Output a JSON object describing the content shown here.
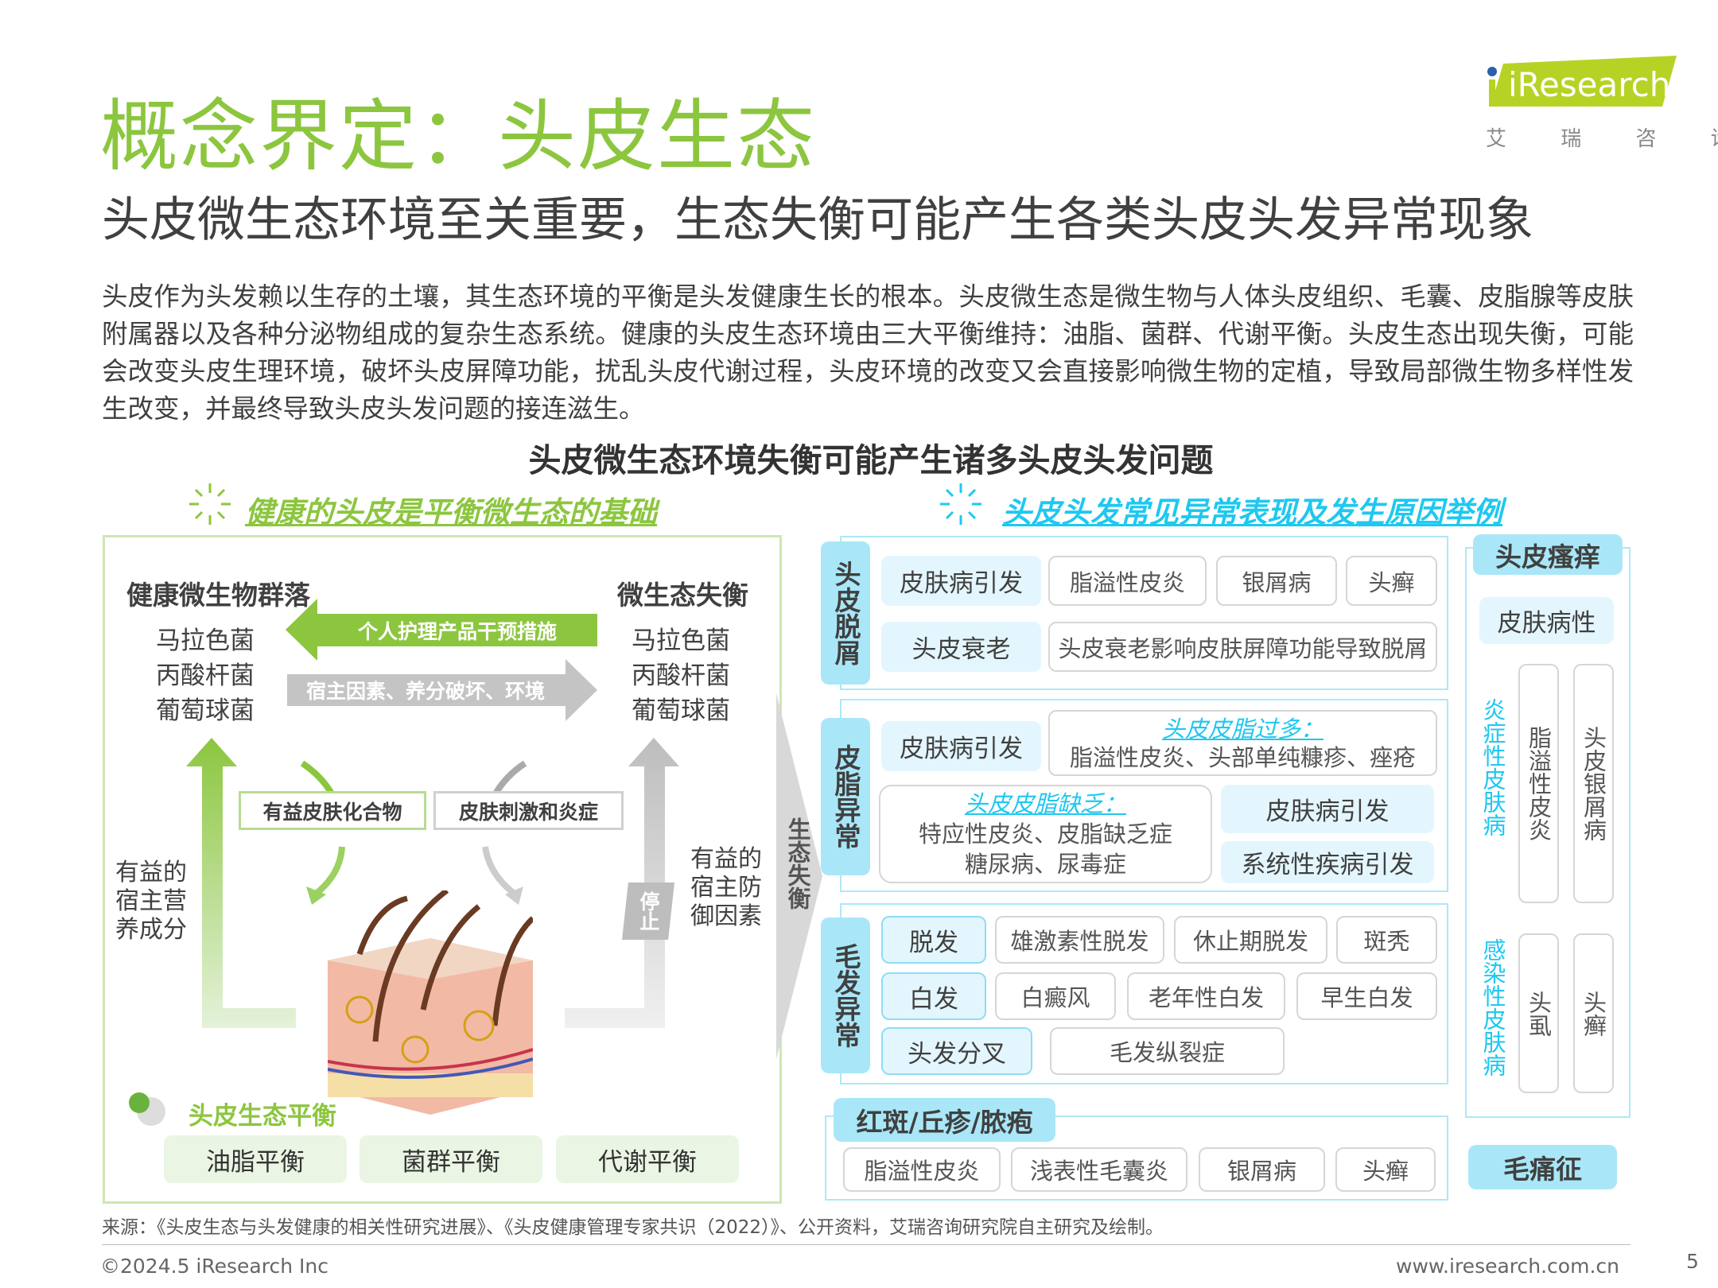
{
  "header": {
    "title": "概念界定：头皮生态",
    "subtitle": "头皮微生态环境至关重要，生态失衡可能产生各类头皮头发异常现象",
    "logo_text": "iResearch",
    "logo_cn": "艾 瑞 咨 询"
  },
  "intro": "头皮作为头发赖以生存的土壤，其生态环境的平衡是头发健康生长的根本。头皮微生态是微生物与人体头皮组织、毛囊、皮脂腺等皮肤附属器以及各种分泌物组成的复杂生态系统。健康的头皮生态环境由三大平衡维持：油脂、菌群、代谢平衡。头皮生态出现失衡，可能会改变头皮生理环境，破坏头皮屏障功能，扰乱头皮代谢过程，头皮环境的改变又会直接影响微生物的定植，导致局部微生物多样性发生改变，并最终导致头皮头发问题的接连滋生。",
  "figure_title": "头皮微生态环境失衡可能产生诸多头皮头发问题",
  "left": {
    "subheading": "健康的头皮是平衡微生态的基础",
    "healthy_title": "健康微生物群落",
    "imbalance_title": "微生态失衡",
    "microbes": [
      "马拉色菌",
      "丙酸杆菌",
      "葡萄球菌"
    ],
    "green_arrow": "个人护理产品干预措施",
    "gray_arrow": "宿主因素、养分破坏、环境",
    "box_beneficial": "有益皮肤化合物",
    "box_irritation": "皮肤刺激和炎症",
    "left_note": "有益的宿主营养成分",
    "right_note": "有益的宿主防御因素",
    "stop": "停止",
    "imbalance_vertical": "生态失衡",
    "balance_title": "头皮生态平衡",
    "balances": [
      "油脂平衡",
      "菌群平衡",
      "代谢平衡"
    ]
  },
  "right": {
    "subheading": "头皮头发常见异常表现及发生原因举例",
    "dandruff": {
      "label": "头皮脱屑",
      "row1": [
        "皮肤病引发",
        "脂溢性皮炎",
        "银屑病",
        "头癣"
      ],
      "row2": [
        "头皮衰老",
        "头皮衰老影响皮肤屏障功能导致脱屑"
      ]
    },
    "sebum": {
      "label": "皮脂异常",
      "cause1": "皮肤病引发",
      "excess_title": "头皮皮脂过多：",
      "excess_text": "脂溢性皮炎、头部单纯糠疹、痤疮",
      "lack_title": "头皮皮脂缺乏：",
      "lack_text1": "特应性皮炎、皮脂缺乏症",
      "lack_text2": "糖尿病、尿毒症",
      "cause2": "皮肤病引发",
      "cause3": "系统性疾病引发"
    },
    "hair": {
      "label": "毛发异常",
      "row1": [
        "脱发",
        "雄激素性脱发",
        "休止期脱发",
        "斑秃"
      ],
      "row2": [
        "白发",
        "白癜风",
        "老年性白发",
        "早生白发"
      ],
      "row3": [
        "头发分叉",
        "毛发纵裂症"
      ]
    },
    "rash": {
      "label": "红斑/丘疹/脓疱",
      "items": [
        "脂溢性皮炎",
        "浅表性毛囊炎",
        "银屑病",
        "头癣"
      ]
    },
    "itch": {
      "label": "头皮瘙痒",
      "sub": "皮肤病性",
      "inflam": "炎症性皮肤病",
      "inflam_items": [
        "脂溢性皮炎",
        "头皮银屑病"
      ],
      "infect": "感染性皮肤病",
      "infect_items": [
        "头虱",
        "头癣"
      ]
    },
    "trichodynia": "毛痛征"
  },
  "footer": {
    "source": "来源：《头皮生态与头发健康的相关性研究进展》、《头皮健康管理专家共识（2022）》、公开资料，艾瑞咨询研究院自主研究及绘制。",
    "copyright": "©2024.5 iResearch Inc",
    "website": "www.iresearch.com.cn",
    "page": "5"
  },
  "colors": {
    "green": "#8cc63f",
    "blue": "#1ec8f0",
    "tab": "#a9e7f8"
  }
}
